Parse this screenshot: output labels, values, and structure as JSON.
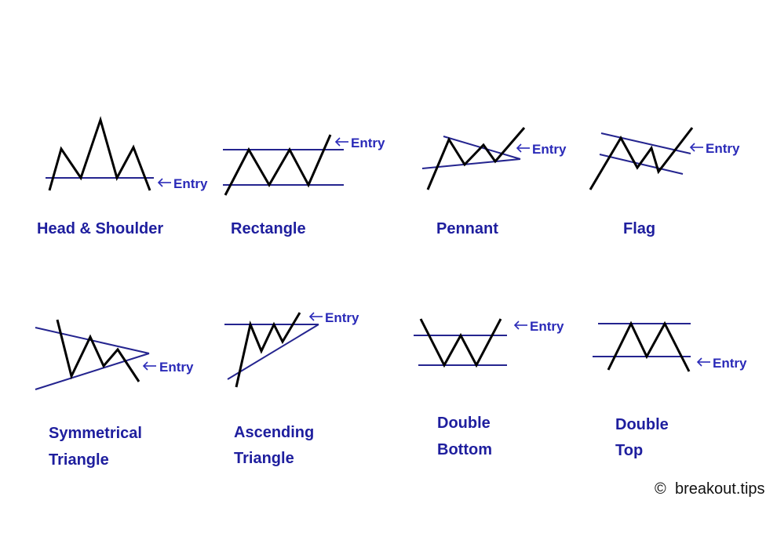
{
  "patterns": [
    {
      "id": "head-shoulder",
      "label_lines": [
        "Head & Shoulder"
      ],
      "entry_label": "Entry"
    },
    {
      "id": "rectangle",
      "label_lines": [
        "Rectangle"
      ],
      "entry_label": "Entry"
    },
    {
      "id": "pennant",
      "label_lines": [
        "Pennant"
      ],
      "entry_label": "Entry"
    },
    {
      "id": "flag",
      "label_lines": [
        "Flag"
      ],
      "entry_label": "Entry"
    },
    {
      "id": "symmetrical-triangle",
      "label_lines": [
        "Symmetrical",
        "Triangle"
      ],
      "entry_label": "Entry"
    },
    {
      "id": "ascending-triangle",
      "label_lines": [
        "Ascending",
        "Triangle"
      ],
      "entry_label": "Entry"
    },
    {
      "id": "double-bottom",
      "label_lines": [
        "Double",
        "Bottom"
      ],
      "entry_label": "Entry"
    },
    {
      "id": "double-top",
      "label_lines": [
        "Double",
        "Top"
      ],
      "entry_label": "Entry"
    }
  ],
  "watermark": {
    "symbol": "©",
    "text": "breakout.tips"
  },
  "colors": {
    "label": "#1e1e9e",
    "trendline": "#24248f",
    "price": "#000000",
    "entry": "#2a2ab8"
  }
}
